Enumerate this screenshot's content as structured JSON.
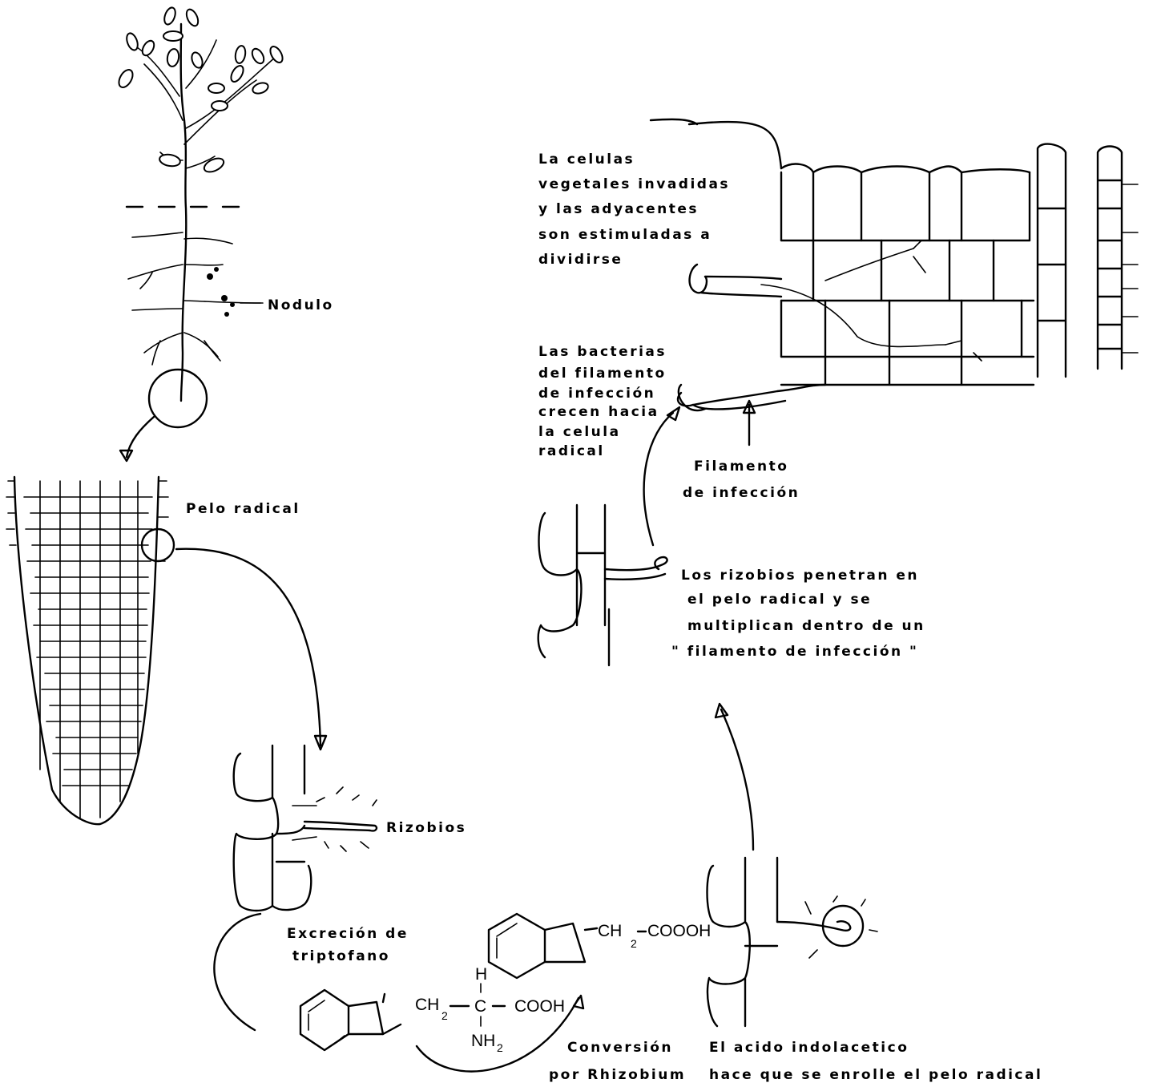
{
  "labels": {
    "nodulo": "Nodulo",
    "pelo_radical": "Pelo radical",
    "rizobios": "Rizobios",
    "excrecion_1": "Excreción de",
    "excrecion_2": "triptofano",
    "conversion_1": "Conversión",
    "conversion_2": "por Rhizobium",
    "acido_1": "El acido indolacetico",
    "acido_2": "hace que se enrolle el pelo radical",
    "penetran_1": "Los rizobios penetran en",
    "penetran_2": "el pelo radical y se",
    "penetran_3": "multiplican dentro de un",
    "penetran_4": "\" filamento de infección \"",
    "filamento_1": "Filamento",
    "filamento_2": "de infección",
    "bacterias_1": "Las bacterias",
    "bacterias_2": "del filamento",
    "bacterias_3": "de infección",
    "bacterias_4": "crecen hacia",
    "bacterias_5": "la celula",
    "bacterias_6": "radical",
    "celulas_1": "La celulas",
    "celulas_2": "vegetales invadidas",
    "celulas_3": "y las adyacentes",
    "celulas_4": "son estimuladas a",
    "celulas_5": "dividirse"
  },
  "chemistry": {
    "iaa_chain": "CH",
    "iaa_sub": "2",
    "iaa_acid": "COOOH",
    "trp_ch2": "CH",
    "trp_sub": "2",
    "trp_h": "H",
    "trp_c": "C",
    "trp_cooh": "COOH",
    "trp_nh2": "NH",
    "trp_nh2_sub": "2"
  }
}
